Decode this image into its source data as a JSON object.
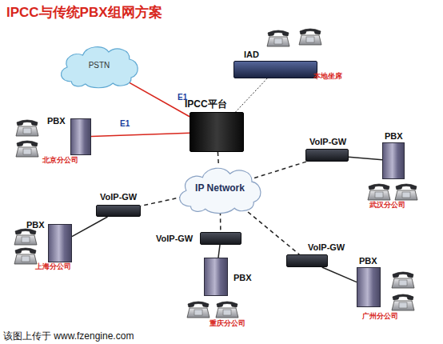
{
  "diagram": {
    "title": "IPCC与传统PBX组网方案",
    "nodes": [
      {
        "text": [
          "PSTN"
        ]
      },
      {
        "text": [
          "本地坐席"
        ]
      },
      {
        "text": [
          "IAD"
        ],
        "in": 1
      },
      {
        "text": [
          "IPCC平台"
        ]
      },
      {
        "text": [
          "北京分公司"
        ]
      },
      {
        "text": [
          "PBX"
        ],
        "in": 4
      },
      {
        "text": [
          "IP Network"
        ]
      },
      {
        "text": [
          "武汉分公司"
        ]
      },
      {
        "text": [
          "VoIP-GW"
        ],
        "in": 7
      },
      {
        "text": [
          "PBX"
        ],
        "in": 7
      },
      {
        "text": [
          "上海分公司"
        ]
      },
      {
        "text": [
          "VoIP-GW"
        ],
        "in": 10
      },
      {
        "text": [
          "PBX"
        ],
        "in": 10
      },
      {
        "text": [
          "VoIP-GW"
        ]
      },
      {
        "text": [
          "PBX"
        ]
      },
      {
        "text": [
          "广州分公司"
        ]
      },
      {
        "text": [
          "VoIP-GW"
        ],
        "in": 15
      },
      {
        "text": [
          "PBX"
        ],
        "in": 15
      }
    ],
    "edges": [
      {
        "from": 0,
        "to": 3,
        "arrow": "none",
        "label": "E1"
      },
      {
        "from": 5,
        "to": 3,
        "arrow": "none",
        "label": "E1"
      },
      {
        "from": 2,
        "to": 3,
        "arrow": "none"
      },
      {
        "from": 3,
        "to": 6,
        "arrow": "none"
      },
      {
        "from": 6,
        "to": 8,
        "arrow": "none"
      },
      {
        "from": 6,
        "to": 11,
        "arrow": "none"
      },
      {
        "from": 6,
        "to": 13,
        "arrow": "none"
      },
      {
        "from": 6,
        "to": 16,
        "arrow": "none"
      },
      {
        "from": 8,
        "to": 9,
        "arrow": "none"
      },
      {
        "from": 11,
        "to": 12,
        "arrow": "none"
      },
      {
        "from": 13,
        "to": 14,
        "arrow": "none"
      },
      {
        "from": 16,
        "to": 17,
        "arrow": "none"
      }
    ],
    "labels": [
      "重庆分公司",
      "该图上传于 www.fzengine.com"
    ]
  }
}
